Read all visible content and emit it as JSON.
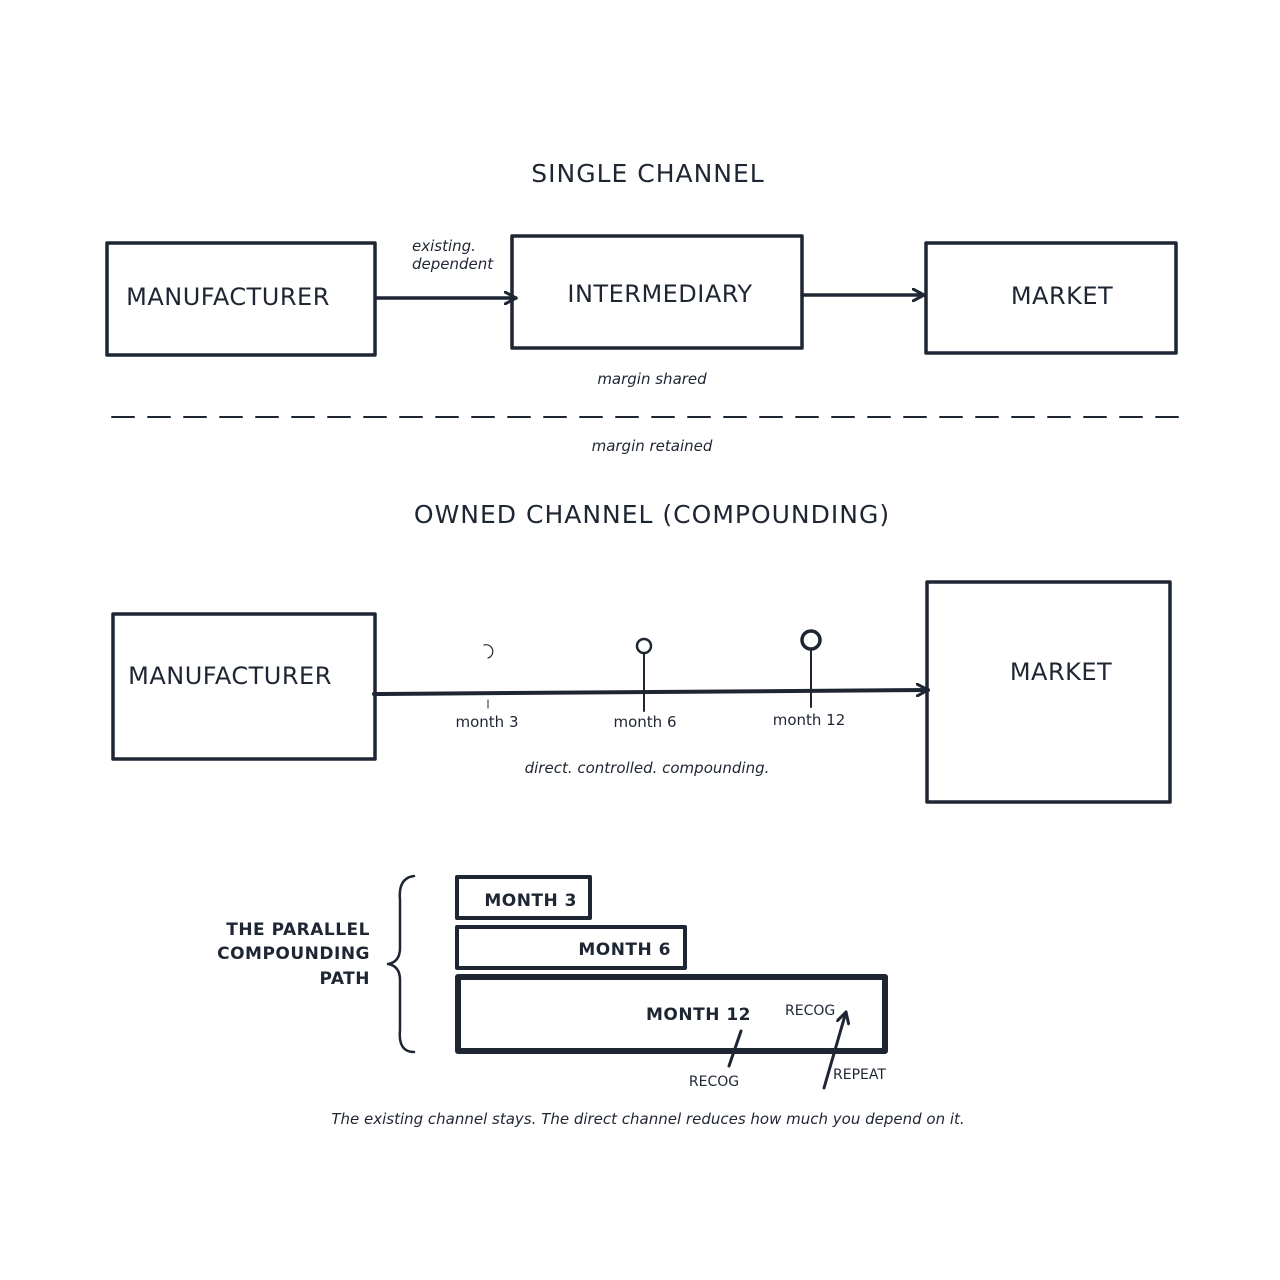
{
  "colors": {
    "ink": "#1f2633",
    "background": "#ffffff"
  },
  "single_channel": {
    "title": "SINGLE CHANNEL",
    "boxes": [
      "MANUFACTURER",
      "INTERMEDIARY",
      "MARKET"
    ],
    "arrow_label_line1": "existing.",
    "arrow_label_line2": "dependent",
    "note": "margin shared"
  },
  "divider_note": "margin retained",
  "owned_channel": {
    "title": "OWNED CHANNEL (COMPOUNDING)",
    "boxes": [
      "MANUFACTURER",
      "MARKET"
    ],
    "milestones": [
      "month 3",
      "month 6",
      "month 12"
    ],
    "note": "direct. controlled. compounding."
  },
  "parallel_path": {
    "label_lines": [
      "THE PARALLEL",
      "COMPOUNDING",
      "PATH"
    ],
    "bars": [
      "MONTH 3",
      "MONTH 6",
      "MONTH 12"
    ],
    "annotations": {
      "recog_inside": "RECOG",
      "recog_below": "RECOG",
      "repeat": "REPEAT"
    }
  },
  "caption": "The existing channel stays. The direct channel reduces how much you depend on it."
}
